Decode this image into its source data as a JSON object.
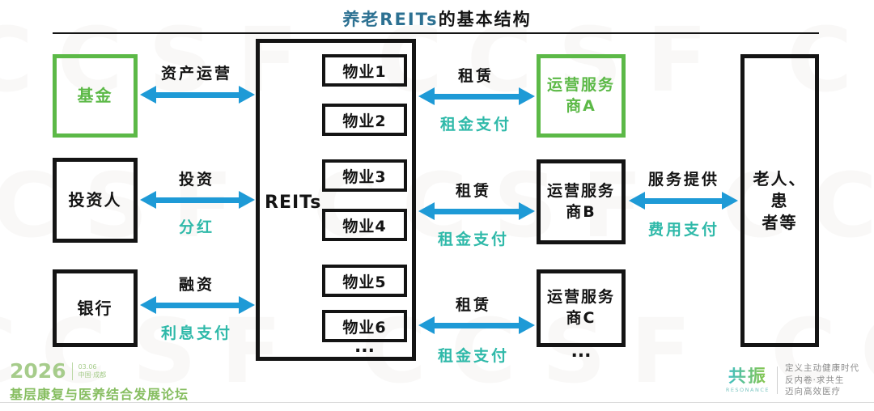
{
  "title": {
    "highlight": "养老REITs",
    "rest": "的基本结构"
  },
  "watermark": {
    "row": "CCSF CCSF CCSF CCSF"
  },
  "nodes": {
    "fund": "基金",
    "investor": "投资人",
    "bank": "银行",
    "reits": "REITs",
    "operator_a_line1": "运营服务",
    "operator_a_line2": "商A",
    "operator_b_line1": "运营服务",
    "operator_b_line2": "商B",
    "operator_c_line1": "运营服务",
    "operator_c_line2": "商C",
    "operators_ellipsis": "...",
    "elderly_line1": "老人、患",
    "elderly_line2": "者等"
  },
  "properties": {
    "items": [
      "物业1",
      "物业2",
      "物业3",
      "物业4",
      "物业5",
      "物业6"
    ],
    "ellipsis": "..."
  },
  "edges": {
    "fund_reits_top": "资产运营",
    "investor_reits_top": "投资",
    "investor_reits_bottom": "分红",
    "bank_reits_top": "融资",
    "bank_reits_bottom": "利息支付",
    "reits_a_top": "租赁",
    "reits_a_bottom": "租金支付",
    "reits_b_top": "租赁",
    "reits_b_bottom": "租金支付",
    "reits_c_top": "租赁",
    "reits_c_bottom": "租金支付",
    "b_elderly_top": "服务提供",
    "b_elderly_bottom": "费用支付"
  },
  "footer": {
    "year": "2026",
    "date": "03.06",
    "location": "中国·成都",
    "forum": "基层康复与医养结合发展论坛",
    "logo": "共振",
    "logo_sub": "RESONANCE",
    "slogan1": "定义主动健康时代",
    "slogan2": "反内卷·求共生",
    "slogan3": "迈向高效医疗"
  },
  "colors": {
    "arrow_blue": "#1E9AD6",
    "green": "#5CB947",
    "teal": "#2FB9A9",
    "title_blue": "#2D7192"
  }
}
